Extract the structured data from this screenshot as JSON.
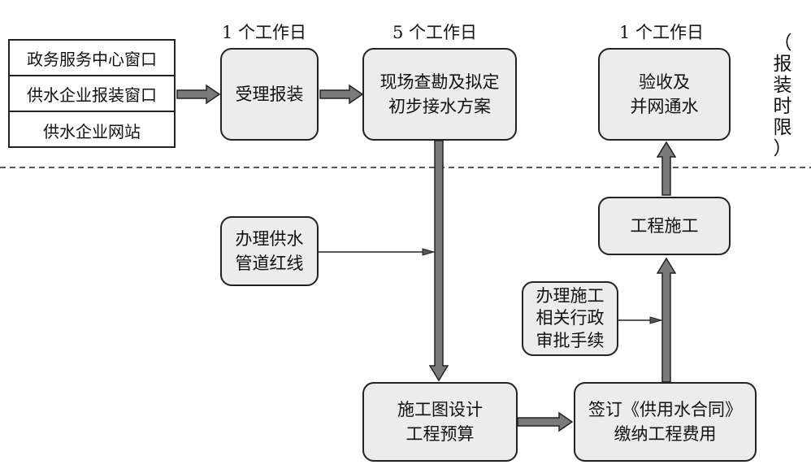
{
  "sources": [
    "政务服务中心窗口",
    "供水企业报装窗口",
    "供水企业网站"
  ],
  "day_labels": {
    "accept": "1 个工作日",
    "survey": "5 个工作日",
    "acceptance": "1 个工作日"
  },
  "side_label": [
    "（",
    "报",
    "装",
    "时",
    "限",
    "）"
  ],
  "nodes": {
    "accept": [
      "受理报装"
    ],
    "survey": [
      "现场查勘及拟定",
      "初步接水方案"
    ],
    "acceptance": [
      "验收及",
      "并网通水"
    ],
    "pipeline": [
      "办理供水",
      "管道红线"
    ],
    "construction": [
      "工程施工"
    ],
    "approval": [
      "办理施工",
      "相关行政",
      "审批手续"
    ],
    "design": [
      "施工图设计",
      "工程预算"
    ],
    "contract": [
      "签订《供用水合同》",
      "缴纳工程费用"
    ]
  }
}
